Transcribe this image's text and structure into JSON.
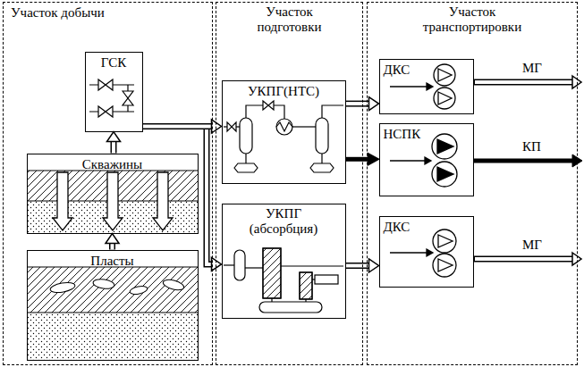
{
  "diagram": {
    "nodes": [
      {
        "text": [
          "Участок добычи"
        ]
      },
      {
        "text": [
          "ГСК"
        ],
        "in": 0
      },
      {
        "text": [
          "Скважины"
        ],
        "in": 0
      },
      {
        "text": [
          "Пласты"
        ],
        "in": 0
      },
      {
        "text": [
          "Участок подготовки"
        ]
      },
      {
        "text": [
          "УКПГ(НТС)"
        ],
        "in": 4
      },
      {
        "text": [
          "УКПГ (абсорбция)"
        ],
        "in": 4
      },
      {
        "text": [
          "Участок транспортировки"
        ]
      },
      {
        "text": [
          "ДКС"
        ],
        "in": 7
      },
      {
        "text": [
          "НСПК"
        ],
        "in": 7
      },
      {
        "text": [
          "ДКС"
        ],
        "in": 7
      }
    ],
    "edges": [
      {
        "from": 3,
        "to": 2,
        "arrow": "to"
      },
      {
        "from": 2,
        "to": 1,
        "arrow": "to"
      },
      {
        "from": 1,
        "to": 5,
        "arrow": "to"
      },
      {
        "from": 1,
        "to": 6,
        "arrow": "to"
      },
      {
        "from": 5,
        "to": 8,
        "arrow": "to"
      },
      {
        "from": 5,
        "to": 9,
        "arrow": "to"
      },
      {
        "from": 6,
        "to": 10,
        "arrow": "to"
      }
    ],
    "labels": [
      "МГ",
      "КП",
      "МГ"
    ]
  }
}
